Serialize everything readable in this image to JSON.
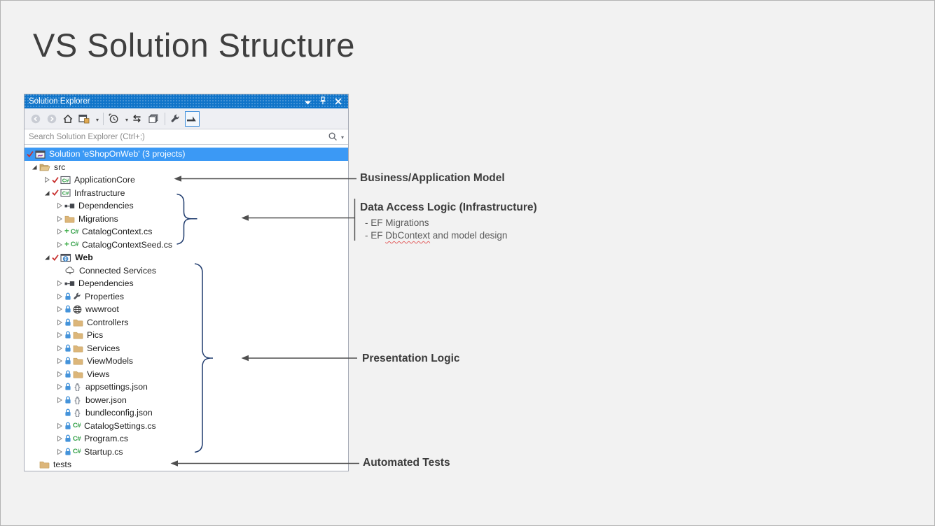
{
  "page": {
    "title": "VS Solution Structure"
  },
  "solution_explorer": {
    "titlebar": {
      "title": "Solution Explorer",
      "icons": [
        "chevron-down",
        "pin",
        "close"
      ]
    },
    "toolbar": [
      {
        "icon": "nav-back"
      },
      {
        "icon": "nav-forward"
      },
      {
        "icon": "home"
      },
      {
        "icon": "scope-window",
        "caret": true
      },
      {
        "sep": true
      },
      {
        "icon": "history-clock",
        "caret": true
      },
      {
        "icon": "sync"
      },
      {
        "icon": "collapse-all"
      },
      {
        "sep": true
      },
      {
        "icon": "wrench"
      },
      {
        "icon": "preview-selected",
        "active": true
      }
    ],
    "search": {
      "placeholder": "Search Solution Explorer (Ctrl+;)"
    },
    "tree": [
      {
        "label": "Solution 'eShopOnWeb' (3 projects)",
        "level": 0,
        "expander": null,
        "icons": [
          "red-check",
          "vs-solution"
        ],
        "selected": true
      },
      {
        "label": "src",
        "level": 1,
        "expander": "expanded",
        "icons": [
          "folder-open"
        ]
      },
      {
        "label": "ApplicationCore",
        "level": 2,
        "expander": "collapsed",
        "icons": [
          "red-check",
          "csproj"
        ]
      },
      {
        "label": "Infrastructure",
        "level": 2,
        "expander": "expanded",
        "icons": [
          "red-check",
          "csproj"
        ]
      },
      {
        "label": "Dependencies",
        "level": 3,
        "expander": "collapsed",
        "icons": [
          "dependencies"
        ]
      },
      {
        "label": "Migrations",
        "level": 3,
        "expander": "collapsed",
        "icons": [
          "folder"
        ]
      },
      {
        "label": "CatalogContext.cs",
        "level": 3,
        "expander": "collapsed",
        "icons": [
          "plus",
          "csfile"
        ]
      },
      {
        "label": "CatalogContextSeed.cs",
        "level": 3,
        "expander": "collapsed",
        "icons": [
          "plus",
          "csfile"
        ]
      },
      {
        "label": "Web",
        "level": 2,
        "expander": "expanded",
        "icons": [
          "red-check",
          "webproj"
        ],
        "bold": true
      },
      {
        "label": "Connected Services",
        "level": 3,
        "expander": null,
        "icons": [
          "cloud-plug"
        ]
      },
      {
        "label": "Dependencies",
        "level": 3,
        "expander": "collapsed",
        "icons": [
          "dependencies"
        ]
      },
      {
        "label": "Properties",
        "level": 3,
        "expander": "collapsed",
        "icons": [
          "lock",
          "wrench-small"
        ]
      },
      {
        "label": "wwwroot",
        "level": 3,
        "expander": "collapsed",
        "icons": [
          "lock",
          "globe"
        ]
      },
      {
        "label": "Controllers",
        "level": 3,
        "expander": "collapsed",
        "icons": [
          "lock",
          "folder"
        ]
      },
      {
        "label": "Pics",
        "level": 3,
        "expander": "collapsed",
        "icons": [
          "lock",
          "folder"
        ]
      },
      {
        "label": "Services",
        "level": 3,
        "expander": "collapsed",
        "icons": [
          "lock",
          "folder"
        ]
      },
      {
        "label": "ViewModels",
        "level": 3,
        "expander": "collapsed",
        "icons": [
          "lock",
          "folder"
        ]
      },
      {
        "label": "Views",
        "level": 3,
        "expander": "collapsed",
        "icons": [
          "lock",
          "folder"
        ]
      },
      {
        "label": "appsettings.json",
        "level": 3,
        "expander": "collapsed",
        "icons": [
          "lock",
          "json"
        ]
      },
      {
        "label": "bower.json",
        "level": 3,
        "expander": "collapsed",
        "icons": [
          "lock",
          "json"
        ]
      },
      {
        "label": "bundleconfig.json",
        "level": 3,
        "expander": null,
        "icons": [
          "lock",
          "json"
        ]
      },
      {
        "label": "CatalogSettings.cs",
        "level": 3,
        "expander": "collapsed",
        "icons": [
          "lock",
          "csfile"
        ]
      },
      {
        "label": "Program.cs",
        "level": 3,
        "expander": "collapsed",
        "icons": [
          "lock",
          "csfile"
        ]
      },
      {
        "label": "Startup.cs",
        "level": 3,
        "expander": "collapsed",
        "icons": [
          "lock",
          "csfile"
        ]
      },
      {
        "label": "tests",
        "level": 1,
        "expander": null,
        "icons": [
          "folder"
        ]
      }
    ]
  },
  "annotations": {
    "business": {
      "label": "Business/Application Model"
    },
    "data_access": {
      "title": "Data Access Logic (Infrastructure)",
      "item1": "- EF Migrations",
      "item2_prefix": "- EF ",
      "item2_word": "DbContext",
      "item2_suffix": " and model design"
    },
    "presentation": {
      "label": "Presentation Logic"
    },
    "tests": {
      "label": "Automated Tests"
    }
  },
  "colors": {
    "titlebar_blue": "#0f74c9",
    "selection_blue": "#3b99f5",
    "bracket_navy": "#1e3a6d",
    "arrow_gray": "#4f4f4f",
    "folder_tan": "#dcb67a",
    "check_red": "#c8302e",
    "csharp_green": "#2f9e44",
    "lock_blue": "#4493da"
  }
}
